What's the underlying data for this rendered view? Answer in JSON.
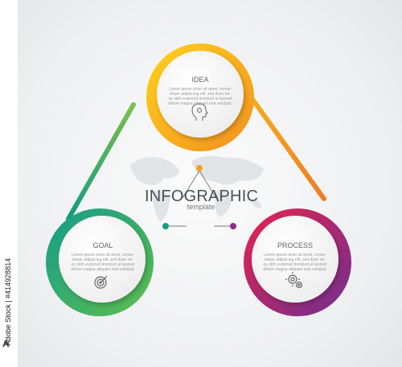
{
  "center": {
    "title": "INFOGRAPHIC",
    "subtitle": "template"
  },
  "nodes": [
    {
      "id": "idea",
      "title": "IDEA",
      "text": [
        "Lorem ipsum dolor sit amet, conse-",
        "tetuer adipiscing elit, sed diam no-",
        "ny nibh euismod tincidunt ut laoreet",
        "dolore magna aliquam erat volutpat."
      ],
      "icon": "head-bulb-icon",
      "colors": [
        "#f7c21a",
        "#f39a1d"
      ]
    },
    {
      "id": "goal",
      "title": "GOAL",
      "text": [
        "Lorem ipsum dolor sit amet, conse-",
        "tetuer adipiscing elit, sed diam no-",
        "ny nibh euismod tincidunt ut laoreet",
        "dolore magna aliquam erat volutpat."
      ],
      "icon": "target-icon",
      "colors": [
        "#0ea27e",
        "#7fc35a"
      ]
    },
    {
      "id": "process",
      "title": "PROCESS",
      "text": [
        "Lorem ipsum dolor sit amet, conse-",
        "tetuer adipiscing elit, sed diam no-",
        "ny nibh euismod tincidunt ut laoreet",
        "dolore magna aliquam erat volutpat."
      ],
      "icon": "gears-icon",
      "colors": [
        "#e2244f",
        "#7b2d8a"
      ]
    }
  ],
  "stock": {
    "id_text": "Adobe Stock | #414928814"
  }
}
